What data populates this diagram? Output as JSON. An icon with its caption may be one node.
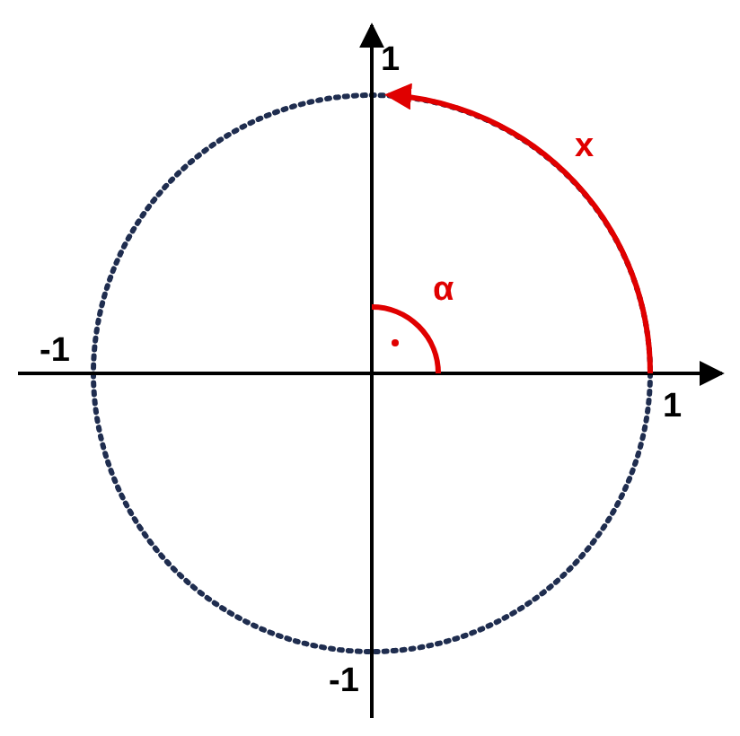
{
  "diagram": {
    "labels": [
      "1",
      "x",
      "α",
      "-1",
      "1",
      "-1"
    ]
  }
}
